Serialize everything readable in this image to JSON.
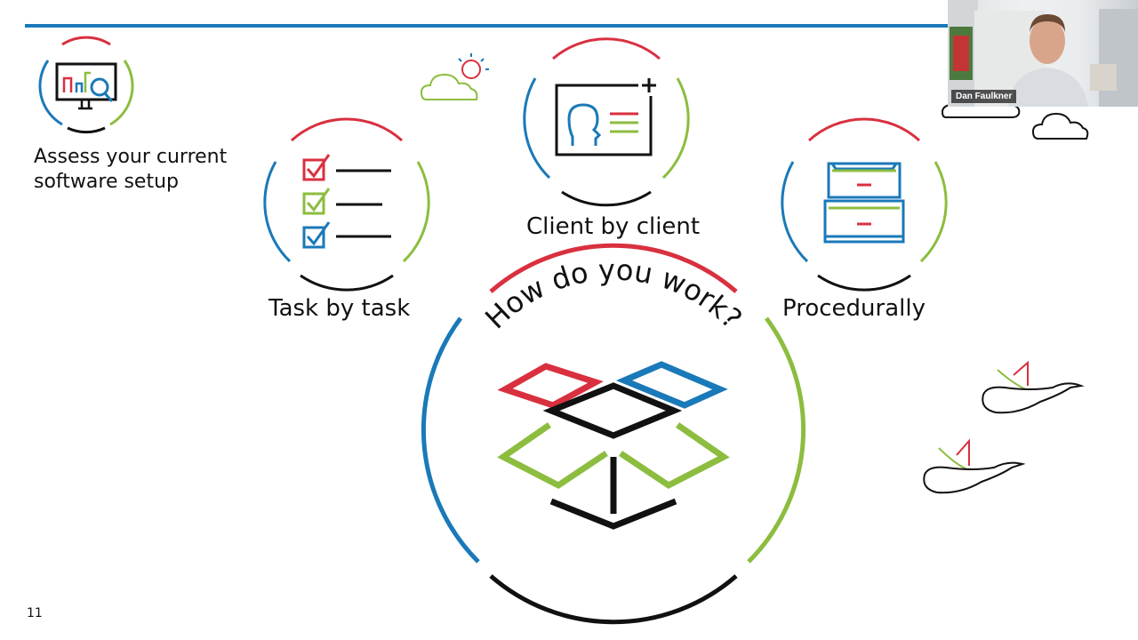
{
  "slide": {
    "assess_line1": "Assess your current",
    "assess_line2": "software setup",
    "task_label": "Task by task",
    "client_label": "Client by client",
    "procedural_label": "Procedurally",
    "center_question": "How do you work?",
    "page_number": "11"
  },
  "video": {
    "participant_name": "Dan Faulkner"
  },
  "colors": {
    "blue": "#1a79b8",
    "red": "#d9303f",
    "green": "#8cbd3f",
    "black": "#111111"
  }
}
